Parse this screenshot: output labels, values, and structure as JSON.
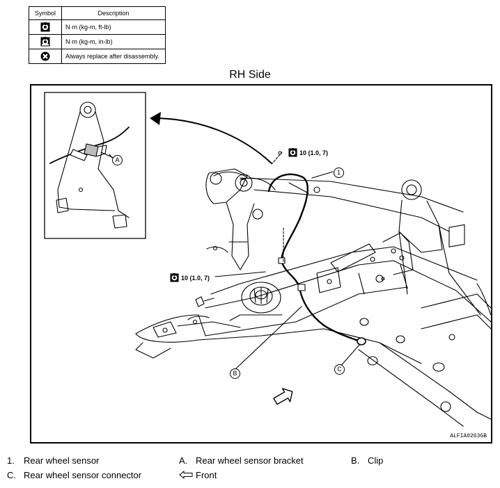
{
  "legend": {
    "header_symbol": "Symbol",
    "header_description": "Description",
    "rows": [
      {
        "icon": "torque-wrench-icon",
        "description": "N·m (kg-m, ft-lb)"
      },
      {
        "icon": "torque-wrench-inlb-icon",
        "description": "N·m (kg-m, in-lb)"
      },
      {
        "icon": "replace-icon",
        "description": "Always replace after disassembly."
      }
    ]
  },
  "view_title": "RH Side",
  "figure_code": "ALFIA0263GB",
  "torque_labels": {
    "upper": "10 (1.0, 7)",
    "lower": "10 (1.0, 7)"
  },
  "callouts": {
    "one": "1",
    "a": "A",
    "b": "B",
    "c": "C"
  },
  "key": {
    "item1": {
      "id": "1.",
      "label": "Rear wheel sensor"
    },
    "itemA": {
      "id": "A.",
      "label": "Rear wheel sensor bracket"
    },
    "itemB": {
      "id": "B.",
      "label": "Clip"
    },
    "itemC": {
      "id": "C.",
      "label": "Rear wheel sensor connector"
    },
    "front": {
      "label": "Front",
      "icon": "front-arrow-icon"
    }
  }
}
